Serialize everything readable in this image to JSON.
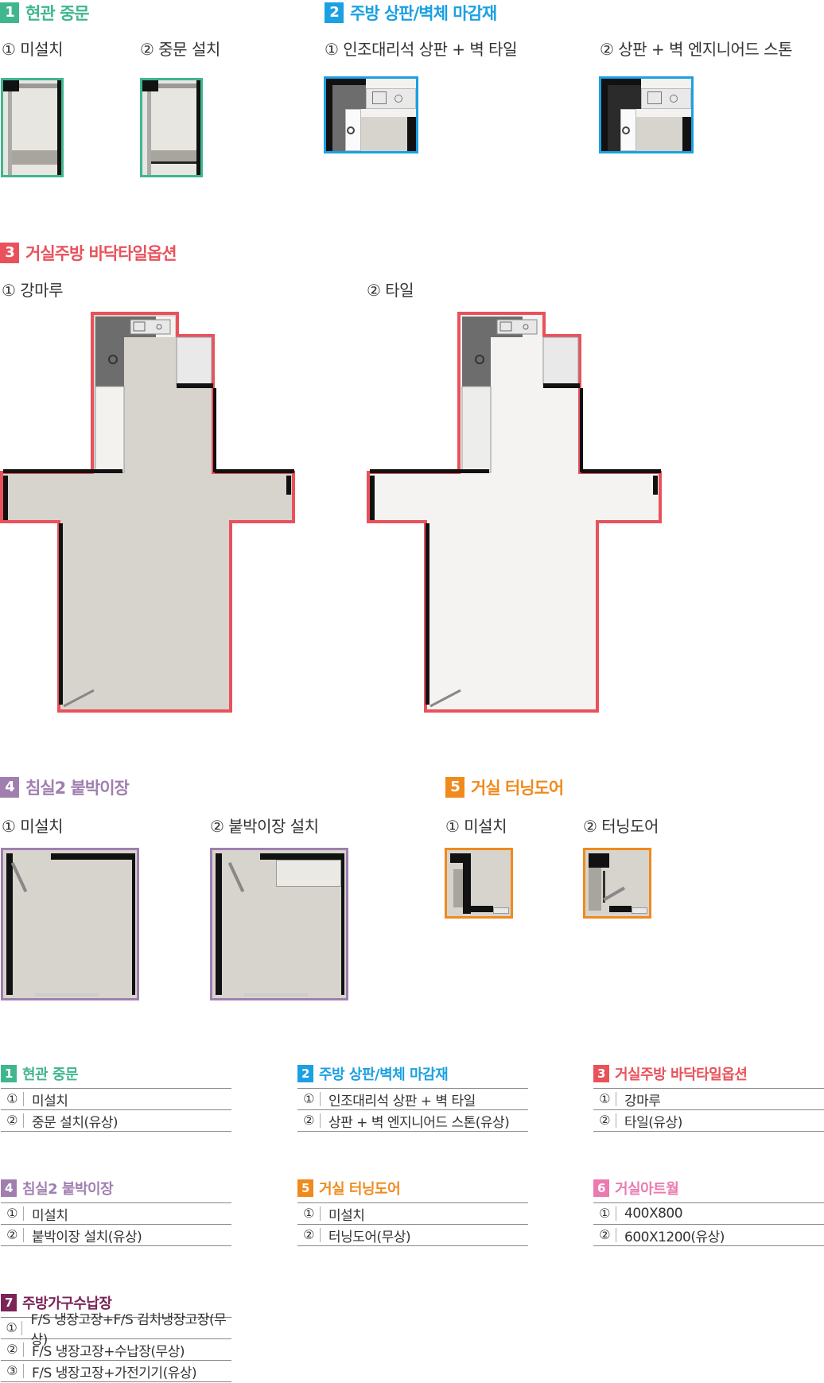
{
  "colors": {
    "green": "#3fb68e",
    "blue": "#1ba0e2",
    "red": "#e9525b",
    "purple": "#a07fb0",
    "orange": "#f08a1d",
    "pink": "#ec7ab0",
    "maroon": "#7b2457",
    "floor_wood": "#d7d4cd",
    "floor_tile": "#f4f3f1",
    "wall": "#111111",
    "counter": "#6d6d6d"
  },
  "sections": {
    "s1": {
      "num": "1",
      "title": "현관 중문",
      "opt1": "① 미설치",
      "opt2": "② 중문 설치"
    },
    "s2": {
      "num": "2",
      "title": "주방 상판/벽체 마감재",
      "opt1": "① 인조대리석 상판 + 벽 타일",
      "opt2": "② 상판 + 벽 엔지니어드 스톤"
    },
    "s3": {
      "num": "3",
      "title": "거실주방 바닥타일옵션",
      "opt1": "① 강마루",
      "opt2": "② 타일"
    },
    "s4": {
      "num": "4",
      "title": "침실2 붙박이장",
      "opt1": "① 미설치",
      "opt2": "② 붙박이장 설치"
    },
    "s5": {
      "num": "5",
      "title": "거실 터닝도어",
      "opt1": "① 미설치",
      "opt2": "② 터닝도어"
    }
  },
  "tables": {
    "t1": {
      "num": "1",
      "title": "현관 중문",
      "rows": [
        {
          "n": "①",
          "t": "미설치"
        },
        {
          "n": "②",
          "t": "중문 설치(유상)"
        }
      ]
    },
    "t2": {
      "num": "2",
      "title": "주방 상판/벽체 마감재",
      "rows": [
        {
          "n": "①",
          "t": "인조대리석 상판 + 벽 타일"
        },
        {
          "n": "②",
          "t": "상판 + 벽 엔지니어드 스톤(유상)"
        }
      ]
    },
    "t3": {
      "num": "3",
      "title": "거실주방 바닥타일옵션",
      "rows": [
        {
          "n": "①",
          "t": "강마루"
        },
        {
          "n": "②",
          "t": "타일(유상)"
        }
      ]
    },
    "t4": {
      "num": "4",
      "title": "침실2 붙박이장",
      "rows": [
        {
          "n": "①",
          "t": "미설치"
        },
        {
          "n": "②",
          "t": "붙박이장 설치(유상)"
        }
      ]
    },
    "t5": {
      "num": "5",
      "title": "거실 터닝도어",
      "rows": [
        {
          "n": "①",
          "t": "미설치"
        },
        {
          "n": "②",
          "t": "터닝도어(무상)"
        }
      ]
    },
    "t6": {
      "num": "6",
      "title": "거실아트월",
      "rows": [
        {
          "n": "①",
          "t": "400X800"
        },
        {
          "n": "②",
          "t": "600X1200(유상)"
        }
      ]
    },
    "t7": {
      "num": "7",
      "title": "주방가구수납장",
      "rows": [
        {
          "n": "①",
          "t": "F/S 냉장고장+F/S 김치냉장고장(무상)"
        },
        {
          "n": "②",
          "t": "F/S 냉장고장+수납장(무상)"
        },
        {
          "n": "③",
          "t": "F/S 냉장고장+가전기기(유상)"
        }
      ]
    }
  }
}
